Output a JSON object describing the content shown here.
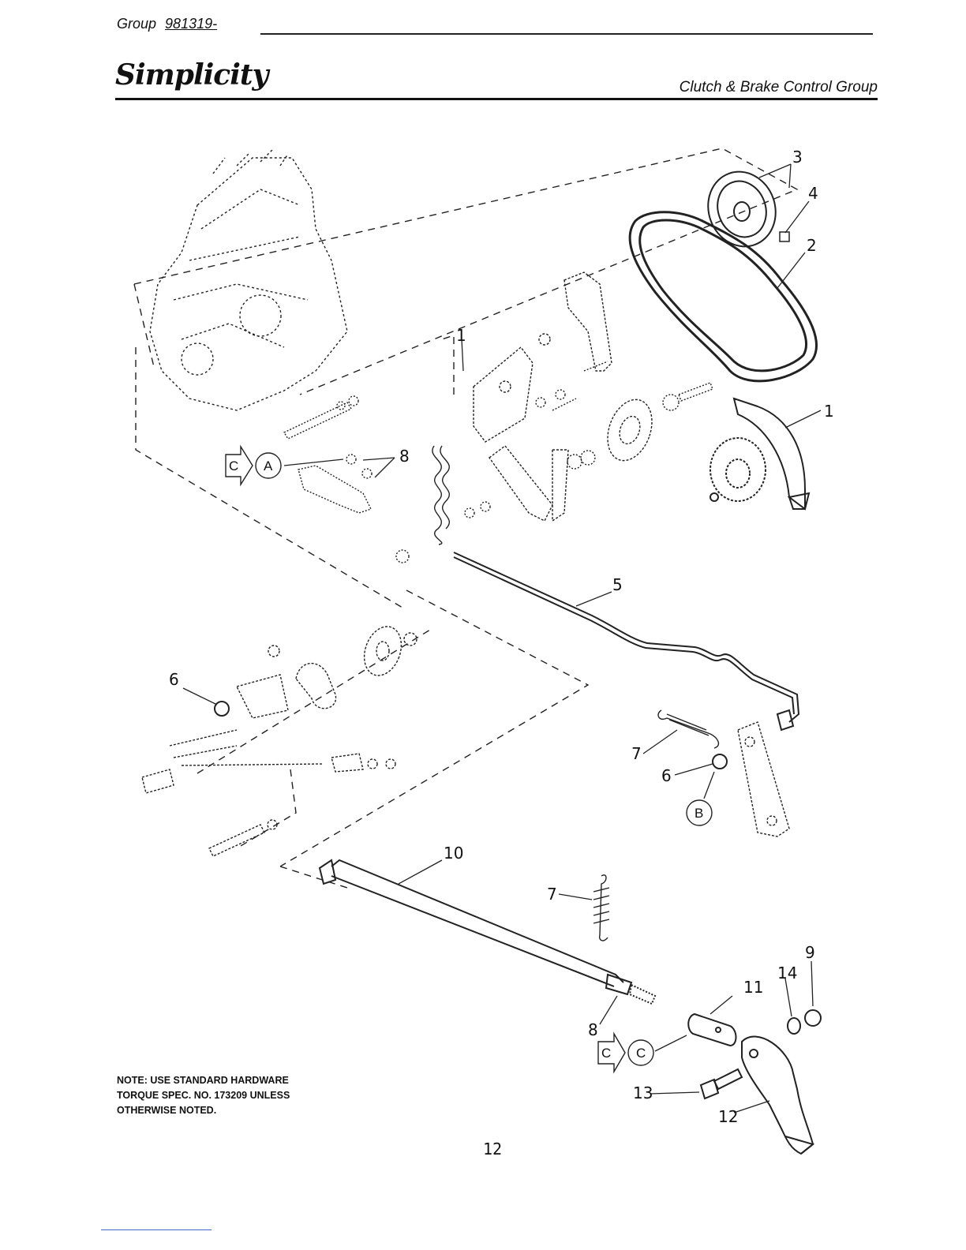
{
  "header": {
    "group_label": "Group",
    "group_number": "981319-",
    "brand": "Simplicity",
    "section_title": "Clutch & Brake Control Group"
  },
  "callouts": {
    "c1": "1",
    "c2": "2",
    "c3": "3",
    "c4": "4",
    "c5": "5",
    "c6a": "6",
    "c6b": "6",
    "c7a": "7",
    "c7b": "7",
    "c8a": "8",
    "c8b": "8",
    "c9": "9",
    "c10": "10",
    "c11": "11",
    "c12": "12",
    "c13": "13",
    "c14": "14",
    "circle_a": "A",
    "circle_b": "B",
    "circle_c": "C",
    "arrow_c1": "C",
    "arrow_c2": "C"
  },
  "note": {
    "line1": "NOTE: USE STANDARD HARDWARE",
    "line2": "TORQUE SPEC. NO. 173209 UNLESS",
    "line3": "OTHERWISE NOTED."
  },
  "page_number": "12"
}
